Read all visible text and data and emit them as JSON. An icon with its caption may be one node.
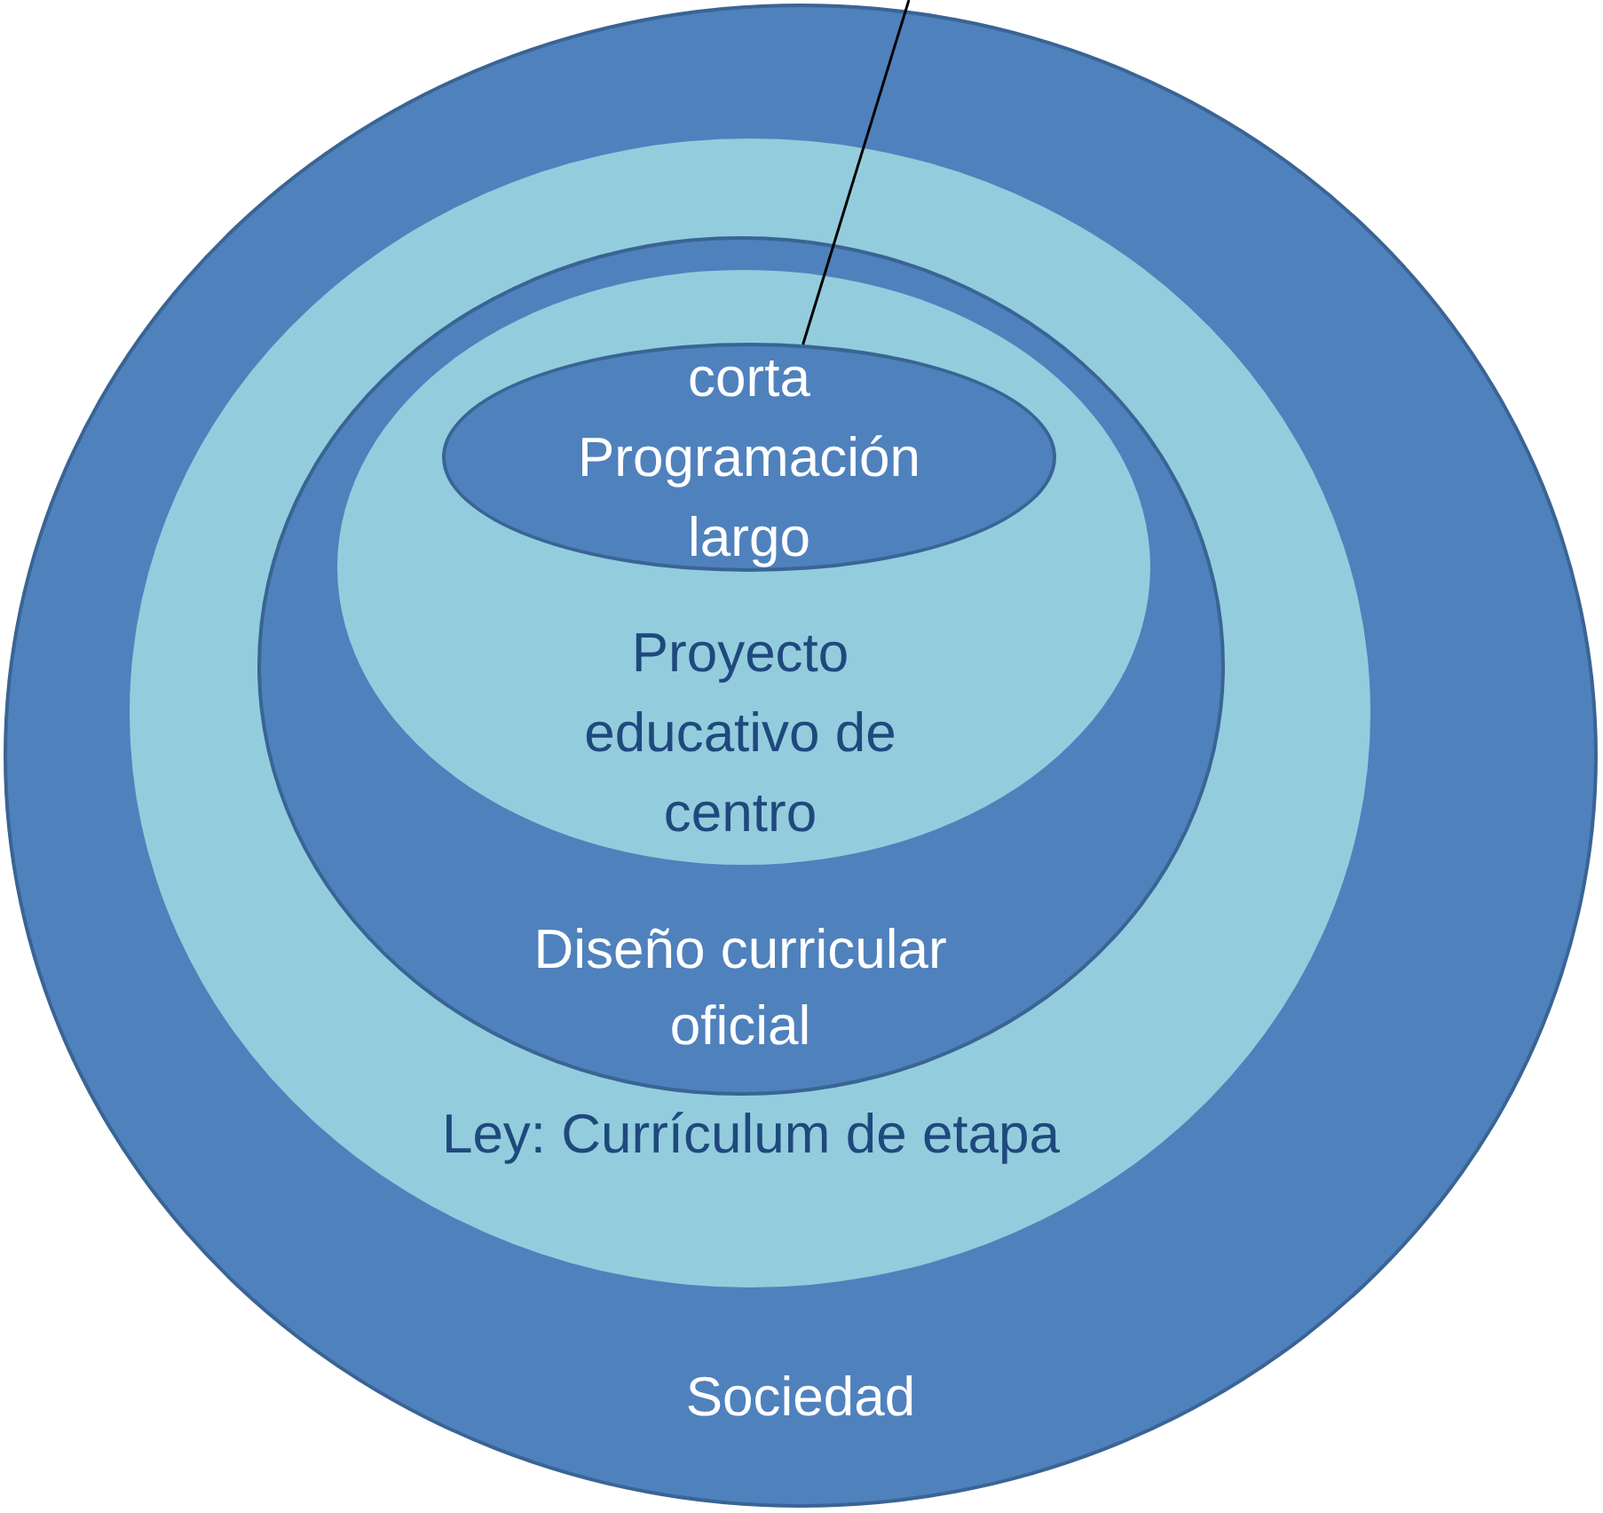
{
  "diagram": {
    "nodes": [
      {
        "text": [
          "Sociedad"
        ]
      },
      {
        "text": [
          "Ley: Currículum de etapa"
        ],
        "in": 0
      },
      {
        "text": [
          "Diseño curricular oficial"
        ],
        "in": 1
      },
      {
        "text": [
          "Proyecto educativo de centro"
        ],
        "in": 2
      },
      {
        "text": [
          "corta Programación largo"
        ],
        "in": 3
      }
    ],
    "edges": [
      {
        "from": null,
        "to": 4,
        "arrow": "none"
      }
    ]
  }
}
